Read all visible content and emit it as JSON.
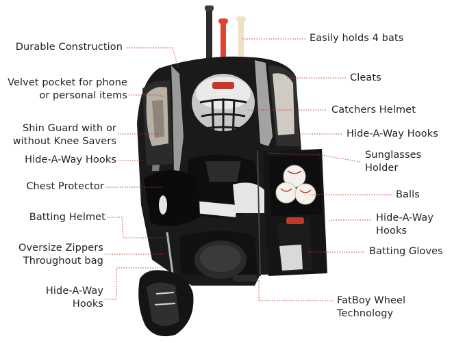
{
  "callouts": {
    "durable_construction": "Durable Construction",
    "velvet_pocket": "Velvet pocket for phone\nor personal items",
    "shin_guard": "Shin Guard with or\nwithout Knee Savers",
    "hide_away_hooks_left_1": "Hide-A-Way Hooks",
    "chest_protector": "Chest Protector",
    "batting_helmet": "Batting Helmet",
    "oversize_zippers": "Oversize Zippers\nThroughout bag",
    "hide_away_hooks_left_2": "Hide-A-Way\nHooks",
    "easily_holds_bats": "Easily holds 4 bats",
    "cleats": "Cleats",
    "catchers_helmet": "Catchers Helmet",
    "hide_away_hooks_right_1": "Hide-A-Way Hooks",
    "sunglasses_holder": "Sunglasses\nHolder",
    "balls": "Balls",
    "hide_away_hooks_right_2": "Hide-A-Way\nHooks",
    "batting_gloves": "Batting Gloves",
    "fatboy_wheel": "FatBoy Wheel\nTechnology"
  },
  "colors": {
    "bag": "#1a1a1a",
    "leader_line": "#c0392b",
    "text": "#222222",
    "bat_red": "#e0442f",
    "bat_cream": "#efe2c4"
  }
}
